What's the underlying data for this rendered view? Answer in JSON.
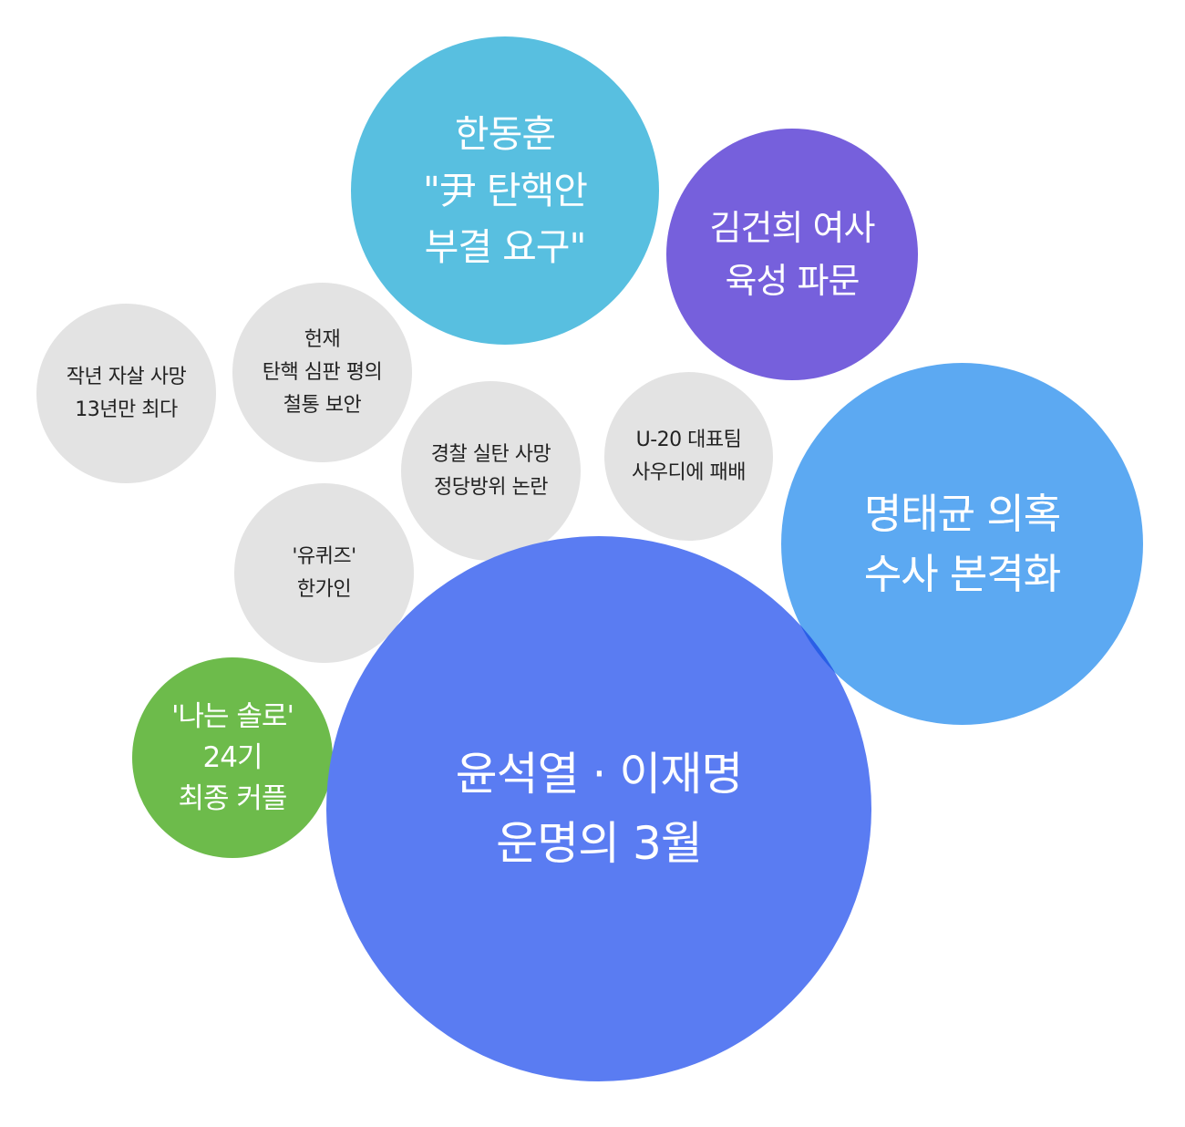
{
  "colors": {
    "gray_bubble": "#e3e3e3",
    "han": "#58bfe0",
    "kim": "#7660dc",
    "main": "#5a7cf2",
    "myung": "#5ca9f2",
    "solo": "#6dbb4b",
    "overlap": "#2a5fe6"
  },
  "bubbles": {
    "suicide": {
      "label": "작년 자살 사망\n13년만 최다"
    },
    "court": {
      "label": "헌재\n탄핵 심판 평의\n철통 보안"
    },
    "police": {
      "label": "경찰 실탄 사망\n정당방위 논란"
    },
    "u20": {
      "label": "U-20 대표팀\n사우디에 패배"
    },
    "quiz": {
      "label": "'유퀴즈'\n한가인"
    },
    "solo": {
      "label": "'나는 솔로'\n24기\n최종 커플"
    },
    "han": {
      "label": "한동훈\n\"尹 탄핵안\n부결 요구\""
    },
    "kim": {
      "label": "김건희 여사\n육성 파문"
    },
    "main": {
      "label": "윤석열 · 이재명\n운명의 3월"
    },
    "myung": {
      "label": "명태균 의혹\n수사 본격화"
    }
  }
}
